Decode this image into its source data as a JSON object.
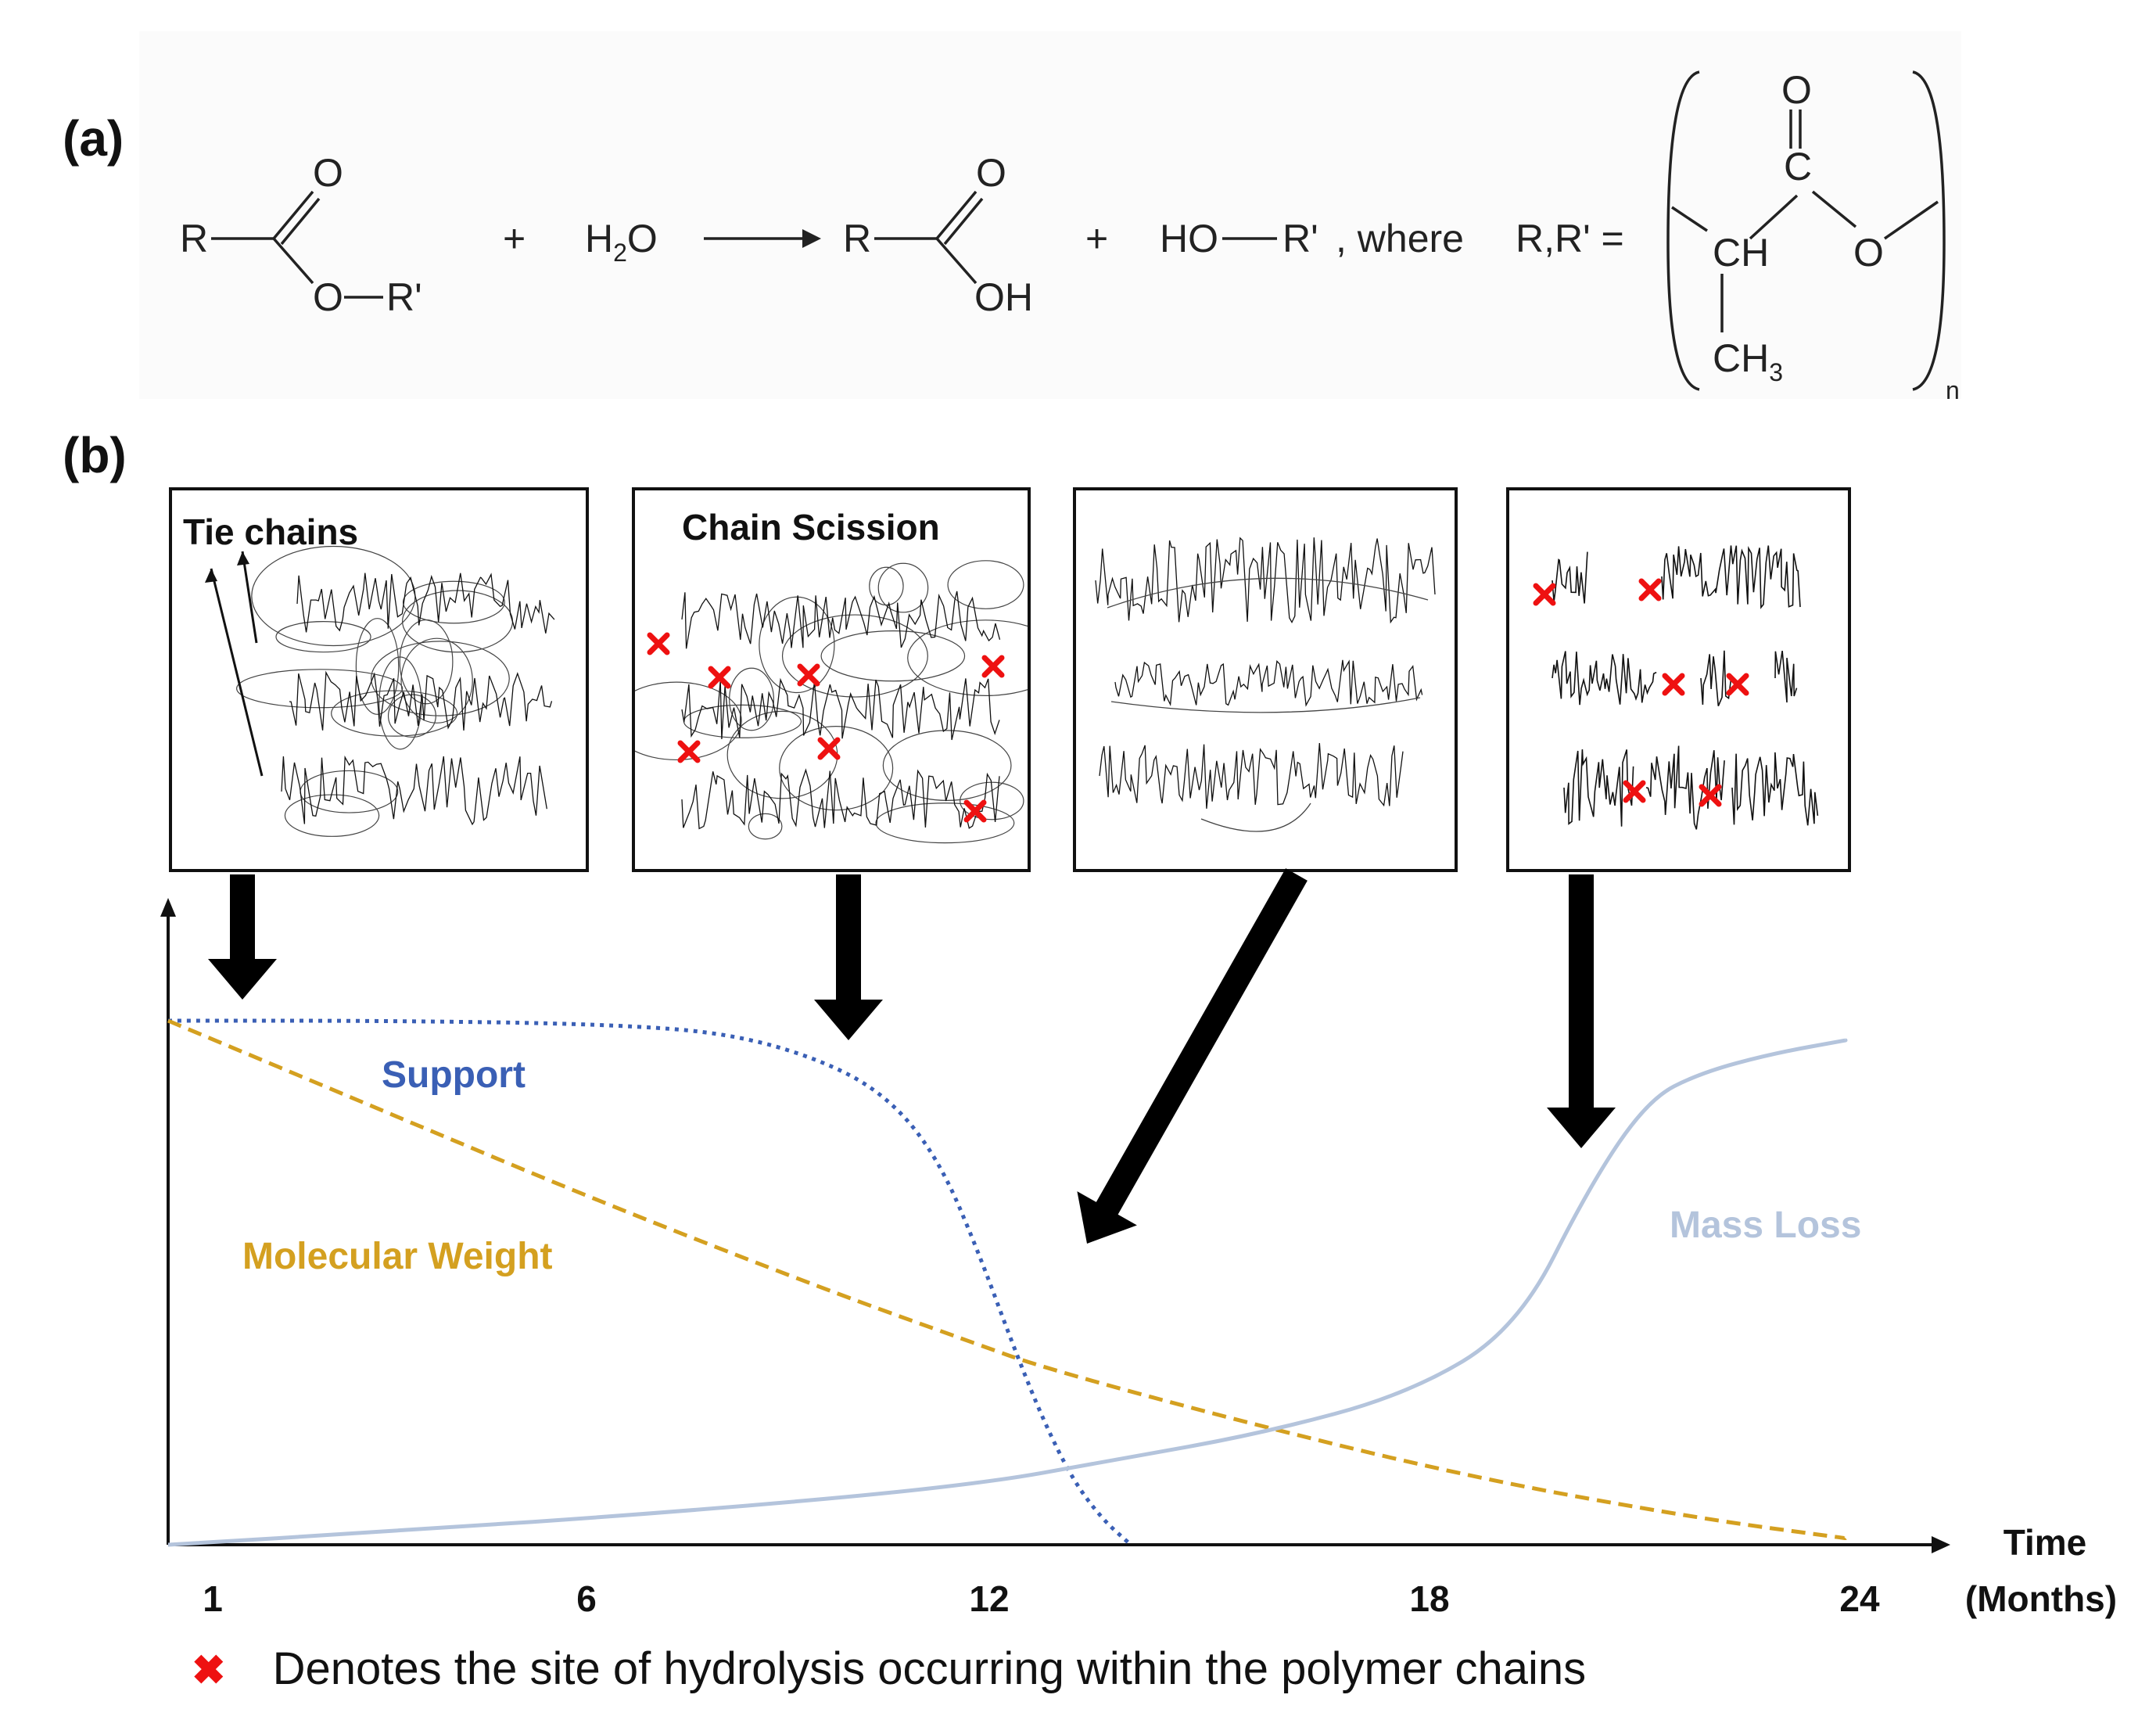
{
  "panel_a": {
    "label": "(a)",
    "reaction": {
      "plus": "+",
      "water": "H",
      "water_sub": "2",
      "water_tail": "O",
      "R": "R",
      "O": "O",
      "R_prime": "R'",
      "OH": "OH",
      "HO": "HO",
      "where": ", where",
      "definition": "R,R' =",
      "CH": "CH",
      "CH3": "CH",
      "CH3_sub": "3",
      "n": "n"
    }
  },
  "panel_b": {
    "label": "(b)",
    "frames": [
      {
        "title": "Tie chains"
      },
      {
        "title": "Chain Scission"
      },
      {
        "title": ""
      },
      {
        "title": ""
      }
    ],
    "chart_data": {
      "type": "line",
      "xlabel": "Time",
      "xlabel_unit": "(Months)",
      "ylabel": "",
      "x_ticks": [
        "1",
        "6",
        "12",
        "18",
        "24"
      ],
      "xlim": [
        1,
        24
      ],
      "series": [
        {
          "name": "Support",
          "color": "#3a5fb5",
          "style": "dotted",
          "x": [
            1,
            4,
            7,
            8.8,
            10.2,
            11,
            11.6,
            12.1,
            12.6,
            13,
            13.4,
            13.8,
            14.2
          ],
          "y": [
            0.8,
            0.8,
            0.795,
            0.78,
            0.73,
            0.67,
            0.58,
            0.45,
            0.3,
            0.19,
            0.1,
            0.04,
            0
          ]
        },
        {
          "name": "Molecular Weight",
          "color": "#d4a020",
          "style": "dashed",
          "x": [
            1,
            4,
            7,
            10,
            12,
            13,
            16,
            19,
            22,
            24
          ],
          "y": [
            0.8,
            0.66,
            0.52,
            0.39,
            0.31,
            0.27,
            0.18,
            0.1,
            0.04,
            0.01
          ]
        },
        {
          "name": "Mass Loss",
          "color": "#b4c4dc",
          "style": "solid",
          "x": [
            1,
            4,
            8,
            12,
            14,
            16,
            18,
            19.5,
            20.5,
            21.3,
            22,
            23,
            24
          ],
          "y": [
            0,
            0.02,
            0.05,
            0.09,
            0.13,
            0.17,
            0.23,
            0.33,
            0.55,
            0.68,
            0.72,
            0.75,
            0.77
          ]
        }
      ]
    }
  },
  "legend": {
    "marker": "✖",
    "text": "Denotes the site of hydrolysis occurring within the polymer chains"
  },
  "colors": {
    "scission_marker": "#ee1111",
    "ink": "#111111"
  }
}
